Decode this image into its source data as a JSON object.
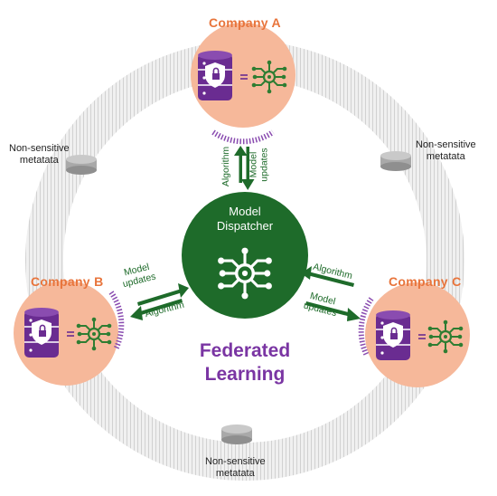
{
  "diagram": {
    "center": {
      "line1": "Model",
      "line2": "Dispatcher",
      "icon": "network-hub-icon"
    },
    "title": {
      "line1": "Federated",
      "line2": "Learning"
    },
    "companies": [
      {
        "id": "a",
        "label": "Company A",
        "icons": [
          "secure-database-icon",
          "network-hub-icon"
        ]
      },
      {
        "id": "b",
        "label": "Company B",
        "icons": [
          "secure-database-icon",
          "network-hub-icon"
        ]
      },
      {
        "id": "c",
        "label": "Company C",
        "icons": [
          "secure-database-icon",
          "network-hub-icon"
        ]
      }
    ],
    "arrows": {
      "algorithm": "Algorithm",
      "updates_line1": "Model",
      "updates_line2": "updates"
    },
    "metadata": [
      {
        "line1": "Non-sensitive",
        "line2": "metatata",
        "icon": "disk-icon"
      },
      {
        "line1": "Non-sensitive",
        "line2": "metatata",
        "icon": "disk-icon"
      },
      {
        "line1": "Non-sensitive",
        "line2": "metatata",
        "icon": "disk-icon"
      }
    ],
    "colors": {
      "company_fill": "#f6b89a",
      "company_label": "#e8743b",
      "dispatcher": "#1e6b2a",
      "database": "#6a2c91",
      "title": "#7a35a3",
      "ring": "#cccccc"
    }
  }
}
